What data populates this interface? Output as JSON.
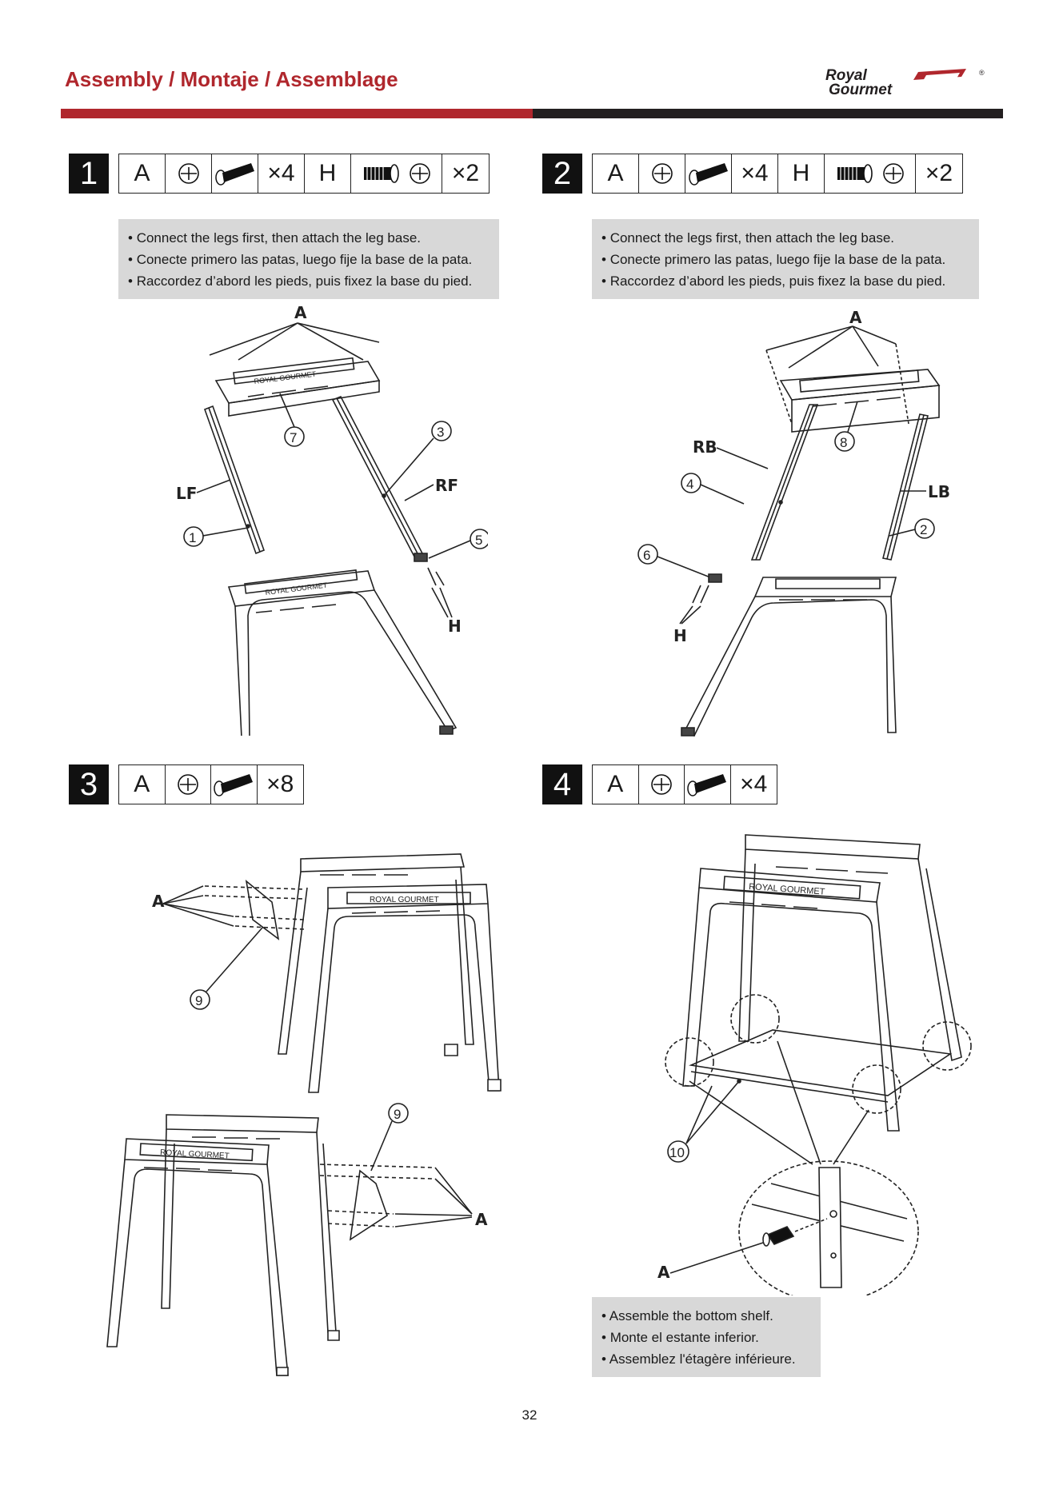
{
  "header": {
    "title": "Assembly / Montaje / Assemblage",
    "brand_line1": "Royal",
    "brand_line2": "Gourmet",
    "brand_registered": "®",
    "accent_color": "#b0272d",
    "dark_color": "#231f20"
  },
  "steps": [
    {
      "number": "1",
      "parts": [
        {
          "letter": "A",
          "icon": "screwdriver-phillips-icon",
          "image": "bolt-icon",
          "qty": "×4"
        },
        {
          "letter": "H",
          "image": "screw-icon",
          "icon": "screwdriver-phillips-icon",
          "qty": "×2"
        }
      ],
      "notes": [
        "Connect the legs first, then attach the leg base.",
        "Conecte primero las patas, luego fije la base de la pata.",
        "Raccordez d’abord les pieds, puis fixez la base du pied."
      ],
      "labels": {
        "a": "A",
        "h": "H",
        "lf": "LF",
        "rf": "RF",
        "c1": "1",
        "c3": "3",
        "c5": "5",
        "c7": "7",
        "plate1": "ROYAL GOURMET",
        "plate2": "ROYAL GOURMET"
      }
    },
    {
      "number": "2",
      "parts": [
        {
          "letter": "A",
          "icon": "screwdriver-phillips-icon",
          "image": "bolt-icon",
          "qty": "×4"
        },
        {
          "letter": "H",
          "image": "screw-icon",
          "icon": "screwdriver-phillips-icon",
          "qty": "×2"
        }
      ],
      "notes": [
        "Connect the legs first, then attach the leg base.",
        "Conecte primero las patas, luego fije la base de la pata.",
        "Raccordez d’abord les pieds, puis fixez la base du pied."
      ],
      "labels": {
        "a": "A",
        "h": "H",
        "rb": "RB",
        "lb": "LB",
        "c2": "2",
        "c4": "4",
        "c6": "6",
        "c8": "8"
      }
    },
    {
      "number": "3",
      "parts": [
        {
          "letter": "A",
          "icon": "screwdriver-phillips-icon",
          "image": "bolt-icon",
          "qty": "×8"
        }
      ],
      "labels": {
        "a_top": "A",
        "a_bottom": "A",
        "c9_top": "9",
        "c9_bottom": "9",
        "plate_top": "ROYAL GOURMET",
        "plate_bottom": "ROYAL GOURMET"
      }
    },
    {
      "number": "4",
      "parts": [
        {
          "letter": "A",
          "icon": "screwdriver-phillips-icon",
          "image": "bolt-icon",
          "qty": "×4"
        }
      ],
      "notes": [
        "Assemble the bottom shelf.",
        "Monte el estante inferior.",
        "Assemblez l'étagère inférieure."
      ],
      "labels": {
        "a": "A",
        "c10": "10",
        "plate": "ROYAL GOURMET"
      }
    }
  ],
  "page_number": "32"
}
